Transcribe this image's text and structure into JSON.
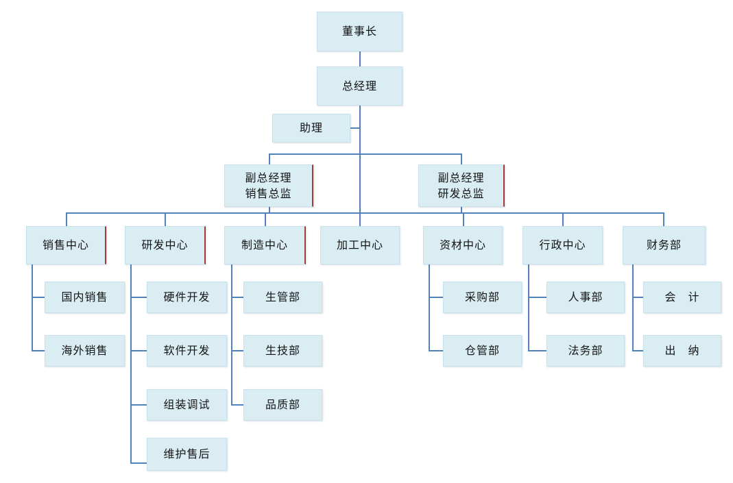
{
  "diagram": {
    "type": "org-chart",
    "background_color": "#ffffff",
    "node_fill_color": "#d9edf3",
    "node_border_color": "#c7e2ec",
    "accent_edge_color": "#9e3b38",
    "connector_color": "#4f81bd",
    "text_color": "#141414"
  },
  "org": {
    "chairman": "董事长",
    "general_manager": "总经理",
    "assistant": "助理",
    "vp_sales": {
      "line1": "副总经理",
      "line2": "销售总监"
    },
    "vp_rd": {
      "line1": "副总经理",
      "line2": "研发总监"
    },
    "centers": [
      {
        "label": "销售中心",
        "children": [
          "国内销售",
          "海外销售"
        ]
      },
      {
        "label": "研发中心",
        "children": [
          "硬件开发",
          "软件开发",
          "组装调试",
          "维护售后"
        ]
      },
      {
        "label": "制造中心",
        "children": [
          "生管部",
          "生技部",
          "品质部"
        ]
      },
      {
        "label": "加工中心",
        "children": []
      },
      {
        "label": "资材中心",
        "children": [
          "采购部",
          "仓管部"
        ]
      },
      {
        "label": "行政中心",
        "children": [
          "人事部",
          "法务部"
        ]
      },
      {
        "label": "财务部",
        "children": [
          "会　计",
          "出　纳"
        ]
      }
    ]
  }
}
